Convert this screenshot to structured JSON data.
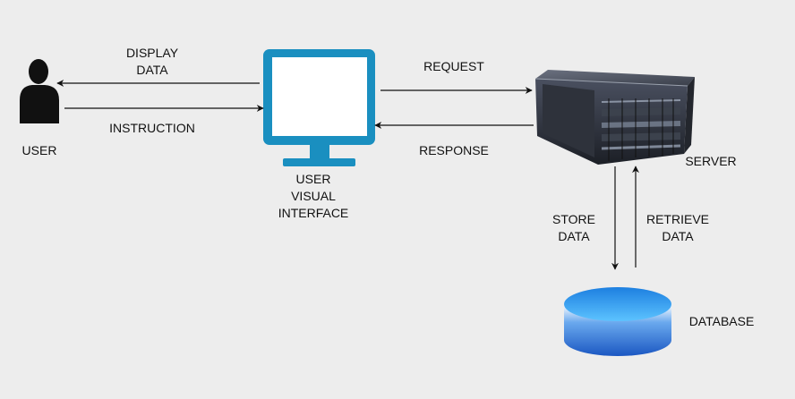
{
  "nodes": {
    "user": {
      "label": "USER"
    },
    "interface": {
      "label_lines": [
        "USER",
        "VISUAL",
        "INTERFACE"
      ]
    },
    "server": {
      "label": "SERVER"
    },
    "database": {
      "label": "DATABASE"
    }
  },
  "edges": {
    "display_data": {
      "label_lines": [
        "DISPLAY",
        "DATA"
      ]
    },
    "instruction": {
      "label": "INSTRUCTION"
    },
    "request": {
      "label": "REQUEST"
    },
    "response": {
      "label": "RESPONSE"
    },
    "store_data": {
      "label_lines": [
        "STORE",
        "DATA"
      ]
    },
    "retrieve_data": {
      "label_lines": [
        "RETRIEVE",
        "DATA"
      ]
    }
  },
  "colors": {
    "background": "#ededed",
    "monitor": "#1a8fc0",
    "arrow": "#111111",
    "user_icon": "#111111",
    "database_top": "#3aa8f5",
    "database_body": "#1e63c9",
    "server_body": "#2c3038"
  }
}
